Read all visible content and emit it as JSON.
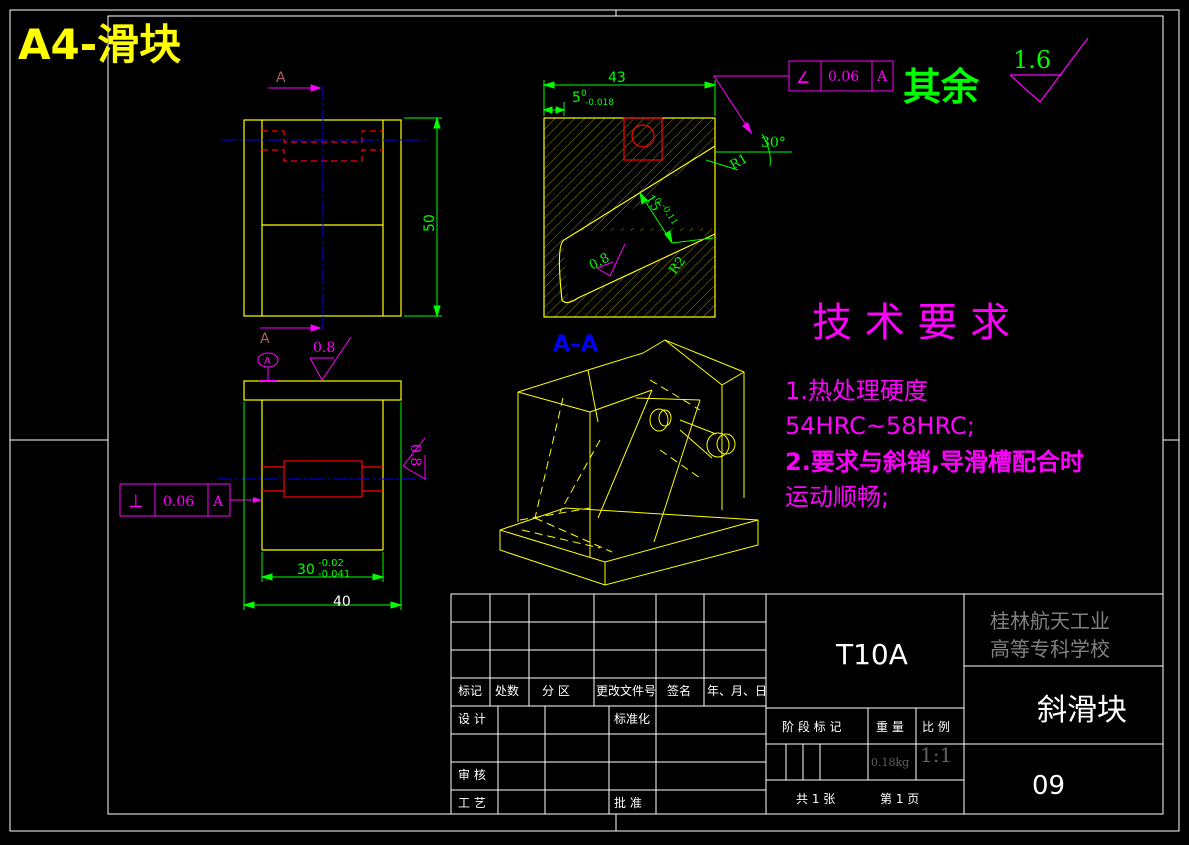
{
  "title": "A4-滑块",
  "colors": {
    "background": "#000000",
    "frame": "#ffffff",
    "part": "#ffff00",
    "dimension": "#00ff00",
    "hidden": "#ff0000",
    "center": "#0000ff",
    "annotation": "#ff00ff",
    "section_label": "#0000ff",
    "notes": "#ff00ff",
    "surface_other": "#00ff00",
    "school": "#808080"
  },
  "front_view": {
    "section_mark_top": "A",
    "section_mark_bottom": "A",
    "height_dim": "50"
  },
  "top_view": {
    "datum_label": "A",
    "roughness_top": "0.8",
    "roughness_right": "0.8",
    "perp_symbol": "⊥",
    "perp_tolerance": "0.06",
    "perp_datum": "A",
    "width_inner_dim": "30",
    "width_inner_upper": "-0.02",
    "width_inner_lower": "-0.041",
    "width_dim": "40"
  },
  "section_view": {
    "label": "A–A",
    "width_dim": "43",
    "slot_dim": "5",
    "slot_upper": "0",
    "slot_lower": "-0.018",
    "angle_symbol": "∠",
    "angle_tolerance": "0.06",
    "angle_datum": "A",
    "angle_dim": "30°",
    "radius_top": "R1",
    "slot_width_dim": "15",
    "slot_width_upper": "0",
    "slot_width_lower": "-0.11",
    "radius_slot": "R2",
    "roughness_slot": "0.8"
  },
  "surface_note": {
    "text": "其余",
    "roughness": "1.6"
  },
  "tech": {
    "heading": "技 术 要 求",
    "line1": "1.热处理硬度",
    "line2": "54HRC~58HRC;",
    "line3": "2.要求与斜销,导滑槽配合时",
    "line4": "运动顺畅;"
  },
  "title_block": {
    "material": "T10A",
    "school_line1": "桂林航天工业",
    "school_line2": "高等专科学校",
    "part_name": "斜滑块",
    "drawing_no": "09",
    "headers": [
      "标记",
      "处数",
      "分 区",
      "更改文件号",
      "签名",
      "年、月、日"
    ],
    "design": "设 计",
    "standard": "标准化",
    "review": "审 核",
    "craft": "工 艺",
    "approve": "批 准",
    "stage_mark": "阶 段 标 记",
    "weight_label": "重 量",
    "scale_label": "比 例",
    "weight_value": "0.18kg",
    "scale_value": "1:1",
    "total_sheets": "共 1 张",
    "sheet_no": "第 1 页"
  }
}
